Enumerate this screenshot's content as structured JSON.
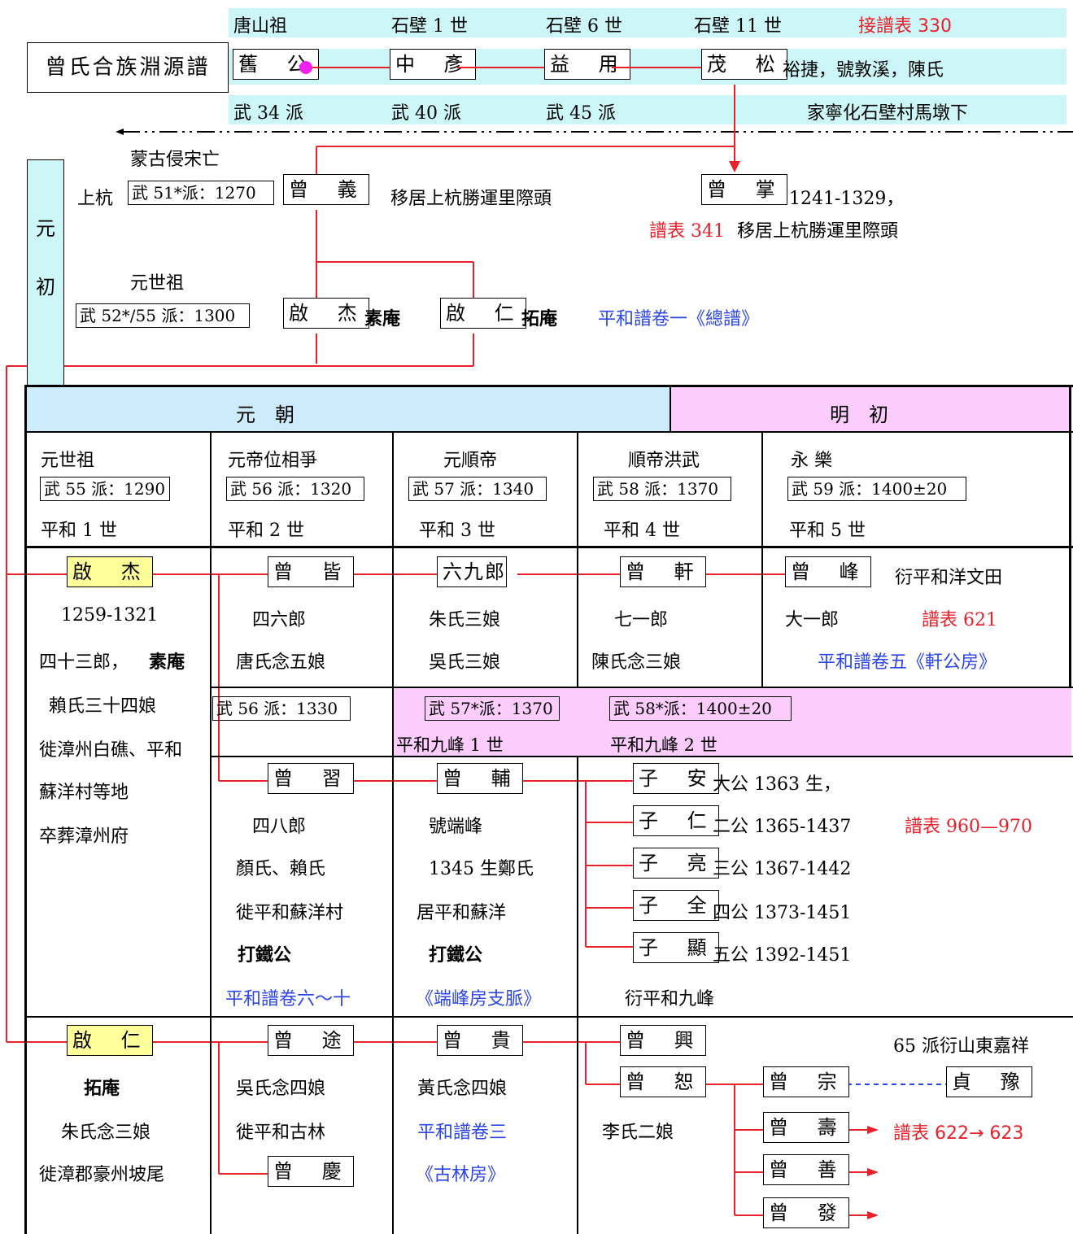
{
  "top": {
    "gen_labels": [
      "唐山祖",
      "石壁 1 世",
      "石壁 6 世",
      "石壁 11 世"
    ],
    "link_table": "接譜表 330",
    "title": "曾氏合族淵源譜",
    "chain": [
      "舊 公",
      "中 彥",
      "益 用",
      "茂 松"
    ],
    "maosong_note": "裕捷，號敦溪，陳氏",
    "branches": [
      "武 34 派",
      "武 40 派",
      "武 45 派"
    ],
    "residence": "家寧化石壁村馬墩下"
  },
  "era_side": "元初",
  "yuan_early": {
    "song_fall": "蒙古侵宋亡",
    "shanghang": "上杭",
    "branch51": "武 51*派：1270",
    "zengyi": "曾 義",
    "zengyi_note": "移居上杭勝運里際頭",
    "zengzhang": "曾 掌",
    "zengzhang_years": "1241-1329，",
    "zengzhang_table": "譜表 341",
    "zengzhang_note": "移居上杭勝運里際頭",
    "shizu": "元世祖",
    "branch52": "武 52*/55 派：1300",
    "qijie": "啟 杰",
    "suan": "素庵",
    "qiren": "啟 仁",
    "tuoan": "拓庵",
    "pinghe_vol1": "平和譜卷一《總譜》"
  },
  "table": {
    "header_yuan": "元　朝",
    "header_ming": "明　初",
    "cols": [
      {
        "era": "元世祖",
        "branch": "武 55 派：1290",
        "gen": "平和 1 世"
      },
      {
        "era": "元帝位相爭",
        "branch": "武 56 派：1320",
        "gen": "平和 2 世"
      },
      {
        "era": "元順帝",
        "branch": "武 57 派：1340",
        "gen": "平和 3 世"
      },
      {
        "era": "順帝洪武",
        "branch": "武 58 派：1370",
        "gen": "平和 4 世"
      },
      {
        "era": "永 樂",
        "branch": "武 59 派：1400±20",
        "gen": "平和 5 世"
      }
    ],
    "qijie": {
      "name": "啟 杰",
      "years": "1259-1321",
      "title": "四十三郎，",
      "alias": "素庵",
      "wife": "賴氏三十四娘",
      "move1": "徙漳州白礁、平和",
      "move2": "蘇洋村等地",
      "burial": "卒葬漳州府"
    },
    "zengjie": {
      "name": "曾 皆",
      "lang": "四六郎",
      "wife": "唐氏念五娘"
    },
    "liujiulang": {
      "name": "六九郎",
      "wife1": "朱氏三娘",
      "wife2": "吳氏三娘"
    },
    "zengxuan": {
      "name": "曾 軒",
      "lang": "七一郎",
      "wife": "陳氏念三娘"
    },
    "zengfeng": {
      "name": "曾 峰",
      "note": "衍平和洋文田",
      "lang": "大一郎",
      "table": "譜表 621",
      "vol": "平和譜卷五《軒公房》"
    },
    "sub_branch56": "武 56 派：1330",
    "sub_branch57": "武 57*派：1370",
    "sub_branch58": "武 58*派：1400±20",
    "jiufeng1": "平和九峰 1 世",
    "jiufeng2": "平和九峰 2 世",
    "zengxi": {
      "name": "曾 習",
      "lang": "四八郎",
      "wife": "顏氏、賴氏",
      "move": "徙平和蘇洋村",
      "title": "打鐵公",
      "vol": "平和譜卷六～十"
    },
    "zengfu": {
      "name": "曾 輔",
      "hao": "號端峰",
      "born": "1345 生鄭氏",
      "live": "居平和蘇洋",
      "title": "打鐵公",
      "vol": "《端峰房支脈》"
    },
    "sons": [
      {
        "name": "子 安",
        "note": "大公 1363 生，"
      },
      {
        "name": "子 仁",
        "note": "二公 1365-1437"
      },
      {
        "name": "子 亮",
        "note": "三公 1367-1442"
      },
      {
        "name": "子 全",
        "note": "四公 1373-1451"
      },
      {
        "name": "子 顯",
        "note": "五公 1392-1451"
      }
    ],
    "sons_table": "譜表 960—970",
    "sons_note": "衍平和九峰",
    "qiren": {
      "name": "啟 仁",
      "alias": "拓庵",
      "wife": "朱氏念三娘",
      "move": "徙漳郡豪州坡尾"
    },
    "zengtu": {
      "name": "曾 途",
      "wife": "吳氏念四娘",
      "move": "徙平和古林"
    },
    "zengqing": "曾 慶",
    "zenggui": {
      "name": "曾 貴",
      "wife": "黃氏念四娘",
      "vol1": "平和譜卷三",
      "vol2": "《古林房》"
    },
    "zengxing": {
      "name": "曾 興",
      "note": "65 派衍山東嘉祥"
    },
    "zengshu": {
      "name": "曾 恕",
      "wife": "李氏二娘"
    },
    "zengzong": "曾 宗",
    "zhenyu": "貞 豫",
    "zengshou": "曾 壽",
    "shou_table": "譜表 622→ 623",
    "zengshan": "曾 善",
    "zengfa": "曾 發"
  }
}
